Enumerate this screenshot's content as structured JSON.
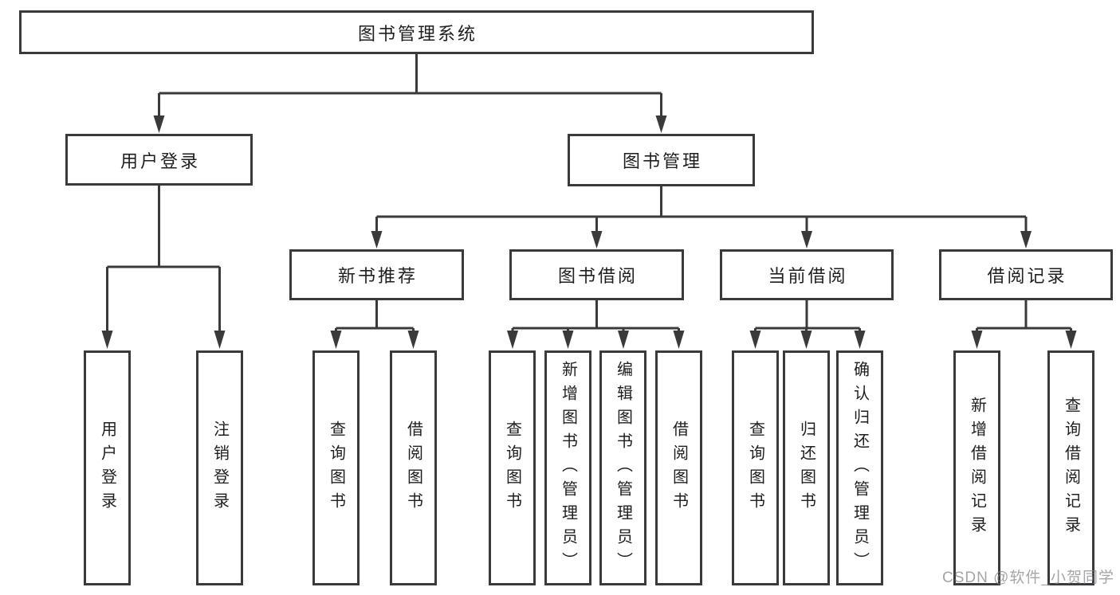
{
  "colors": {
    "line": "#3a3a3c",
    "box_border": "#3a3a3c",
    "box_fill": "#ffffff",
    "text": "#1e1e20",
    "watermark_text_color": "#828286",
    "background": "#ffffff"
  },
  "diagram": {
    "root": {
      "label": "图书管理系统"
    },
    "level1": [
      {
        "id": "user-login",
        "label": "用户登录",
        "parent": "图书管理系统"
      },
      {
        "id": "book-management",
        "label": "图书管理",
        "parent": "图书管理系统"
      }
    ],
    "level2": [
      {
        "id": "new-book-recommendation",
        "label": "新书推荐",
        "parent": "图书管理"
      },
      {
        "id": "book-borrowing",
        "label": "图书借阅",
        "parent": "图书管理"
      },
      {
        "id": "current-borrowing",
        "label": "当前借阅",
        "parent": "图书管理"
      },
      {
        "id": "borrowing-records",
        "label": "借阅记录",
        "parent": "图书管理"
      }
    ],
    "leaves": [
      {
        "id": "user-login-leaf",
        "label": "用户登录",
        "parent": "用户登录"
      },
      {
        "id": "logout-leaf",
        "label": "注销登录",
        "parent": "用户登录"
      },
      {
        "id": "query-books-recommend",
        "label": "查询图书",
        "parent": "新书推荐"
      },
      {
        "id": "borrow-books-recommend",
        "label": "借阅图书",
        "parent": "新书推荐"
      },
      {
        "id": "query-books-borrowing",
        "label": "查询图书",
        "parent": "图书借阅"
      },
      {
        "id": "add-books-admin",
        "label": "新增图书（管理员）",
        "parent": "图书借阅"
      },
      {
        "id": "edit-books-admin",
        "label": "编辑图书（管理员）",
        "parent": "图书借阅"
      },
      {
        "id": "borrow-books",
        "label": "借阅图书",
        "parent": "图书借阅"
      },
      {
        "id": "query-books-current",
        "label": "查询图书",
        "parent": "当前借阅"
      },
      {
        "id": "return-books",
        "label": "归还图书",
        "parent": "当前借阅"
      },
      {
        "id": "confirm-return-admin",
        "label": "确认归还（管理员）",
        "parent": "当前借阅"
      },
      {
        "id": "add-borrow-record",
        "label": "新增借阅记录",
        "parent": "借阅记录"
      },
      {
        "id": "query-borrow-record",
        "label": "查询借阅记录",
        "parent": "借阅记录"
      }
    ]
  },
  "watermark": {
    "text": "CSDN @软件_小贺同学"
  }
}
